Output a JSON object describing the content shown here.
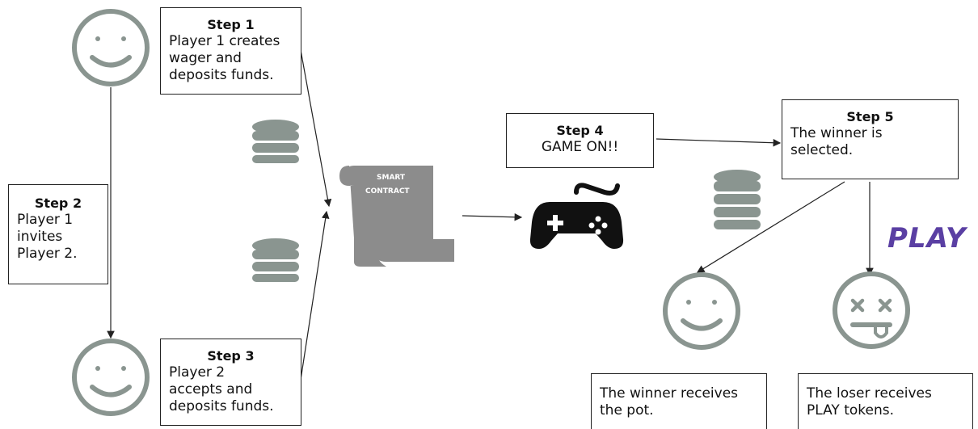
{
  "steps": {
    "step1": {
      "title": "Step 1",
      "body": "Player 1 creates\nwager and\ndeposits funds."
    },
    "step2": {
      "title": "Step 2",
      "body": "Player 1\ninvites\nPlayer 2."
    },
    "step3": {
      "title": "Step 3",
      "body": "Player 2\naccepts and\ndeposits funds."
    },
    "step4": {
      "title": "Step 4",
      "body": "GAME ON!!"
    },
    "step5": {
      "title": "Step 5",
      "body": "The winner is\nselected."
    }
  },
  "outcomes": {
    "winner": "The winner receives\nthe pot.",
    "loser": "The loser receives\nPLAY tokens."
  },
  "smart_contract": {
    "line1": "SMART",
    "line2": "CONTRACT"
  },
  "brand": {
    "play": "PLAY",
    "color": "#5a3fa3"
  },
  "icons": {
    "player1": "smiley-face-icon",
    "player2": "smiley-face-icon",
    "db1": "database-icon",
    "db2": "database-icon",
    "db3": "database-icon",
    "contract": "scroll-icon",
    "gamepad": "gamepad-icon",
    "winner": "smiley-face-icon",
    "loser": "dizzy-face-icon"
  },
  "colors": {
    "icon_gray": "#8a9590",
    "line": "#222222",
    "dark": "#111111",
    "scroll": "#8c8c8c"
  }
}
